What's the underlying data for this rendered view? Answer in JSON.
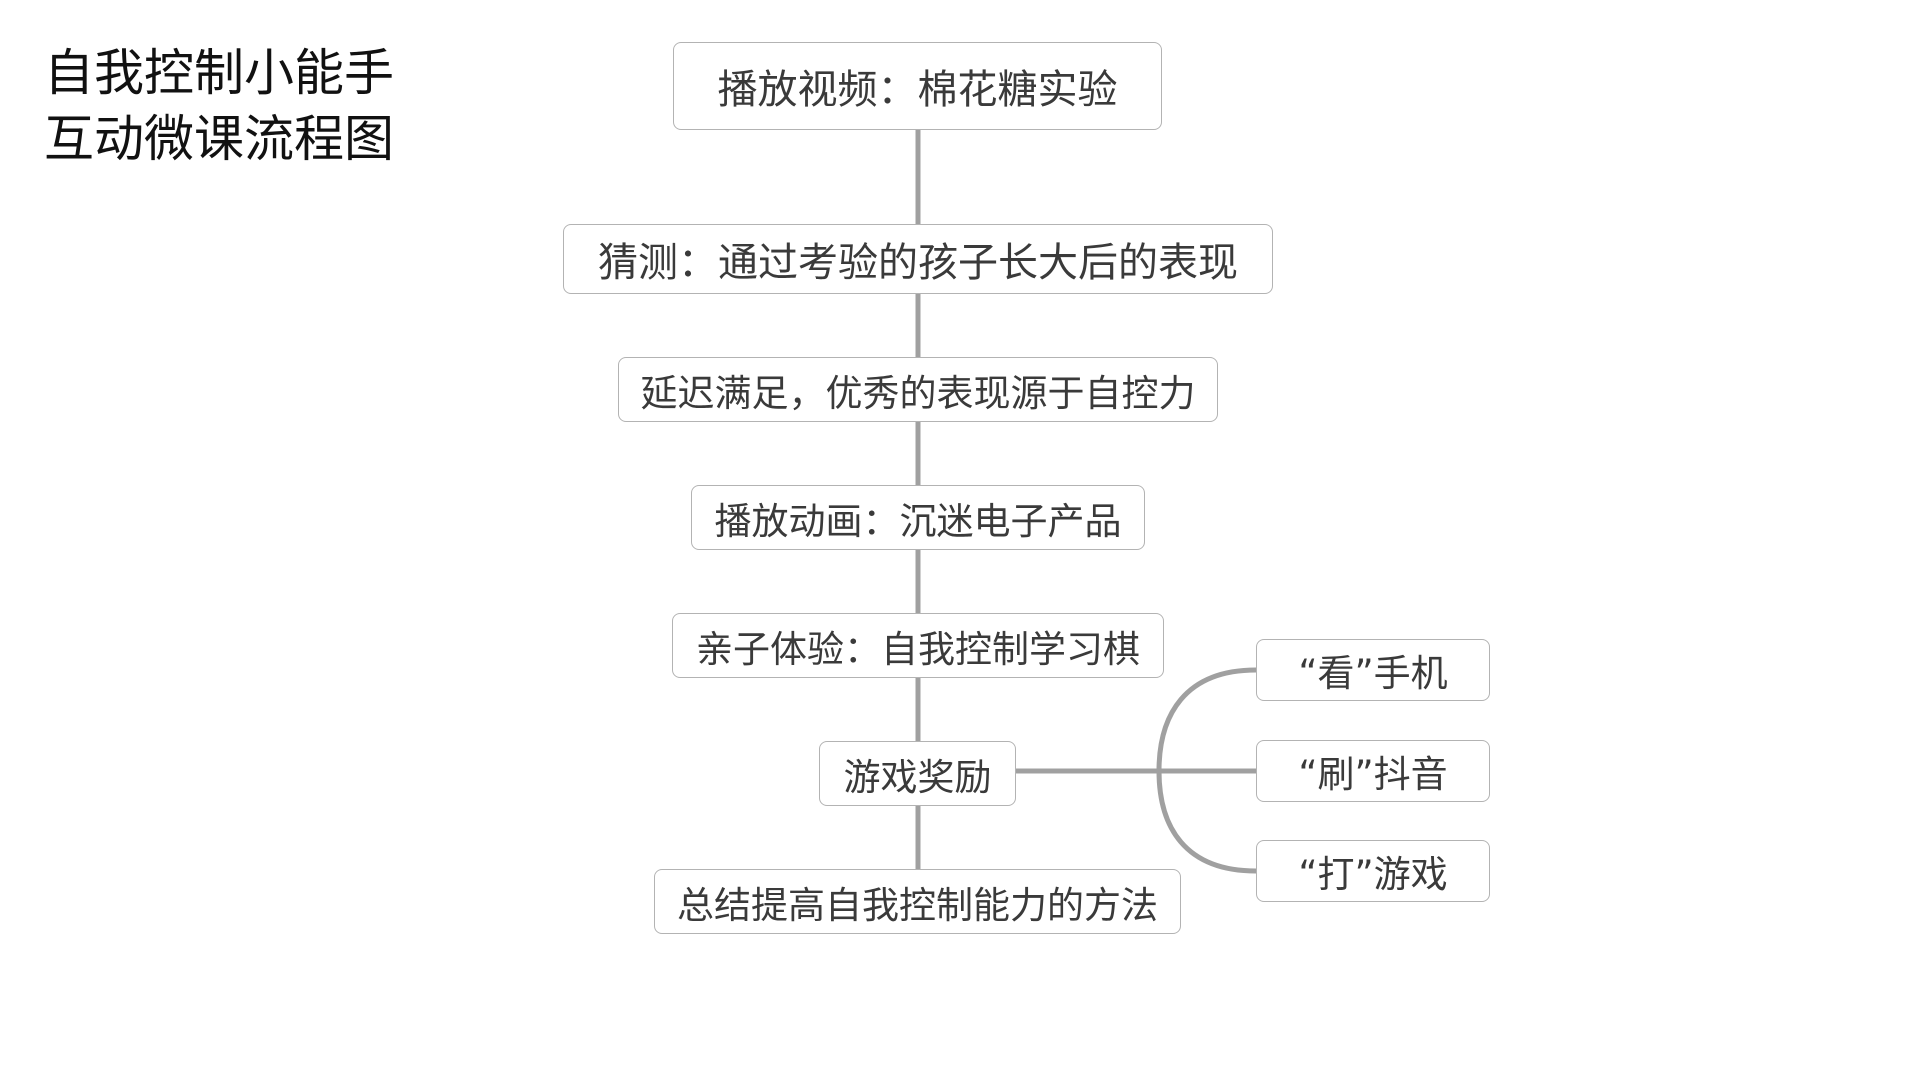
{
  "title": {
    "line1": "自我控制小能手",
    "line2": "互动微课流程图"
  },
  "flow": {
    "steps": [
      "播放视频：棉花糖实验",
      "猜测：通过考验的孩子长大后的表现",
      "延迟满足，优秀的表现源于自控力",
      "播放动画：沉迷电子产品",
      "亲子体验：自我控制学习棋",
      "游戏奖励",
      "总结提高自我控制能力的方法"
    ],
    "branches": [
      "“看”手机",
      "“刷”抖音",
      "“打”游戏"
    ]
  },
  "colors": {
    "connector": "#a0a0a0",
    "border": "#b3b3b3",
    "text": "#3a3a3a"
  }
}
